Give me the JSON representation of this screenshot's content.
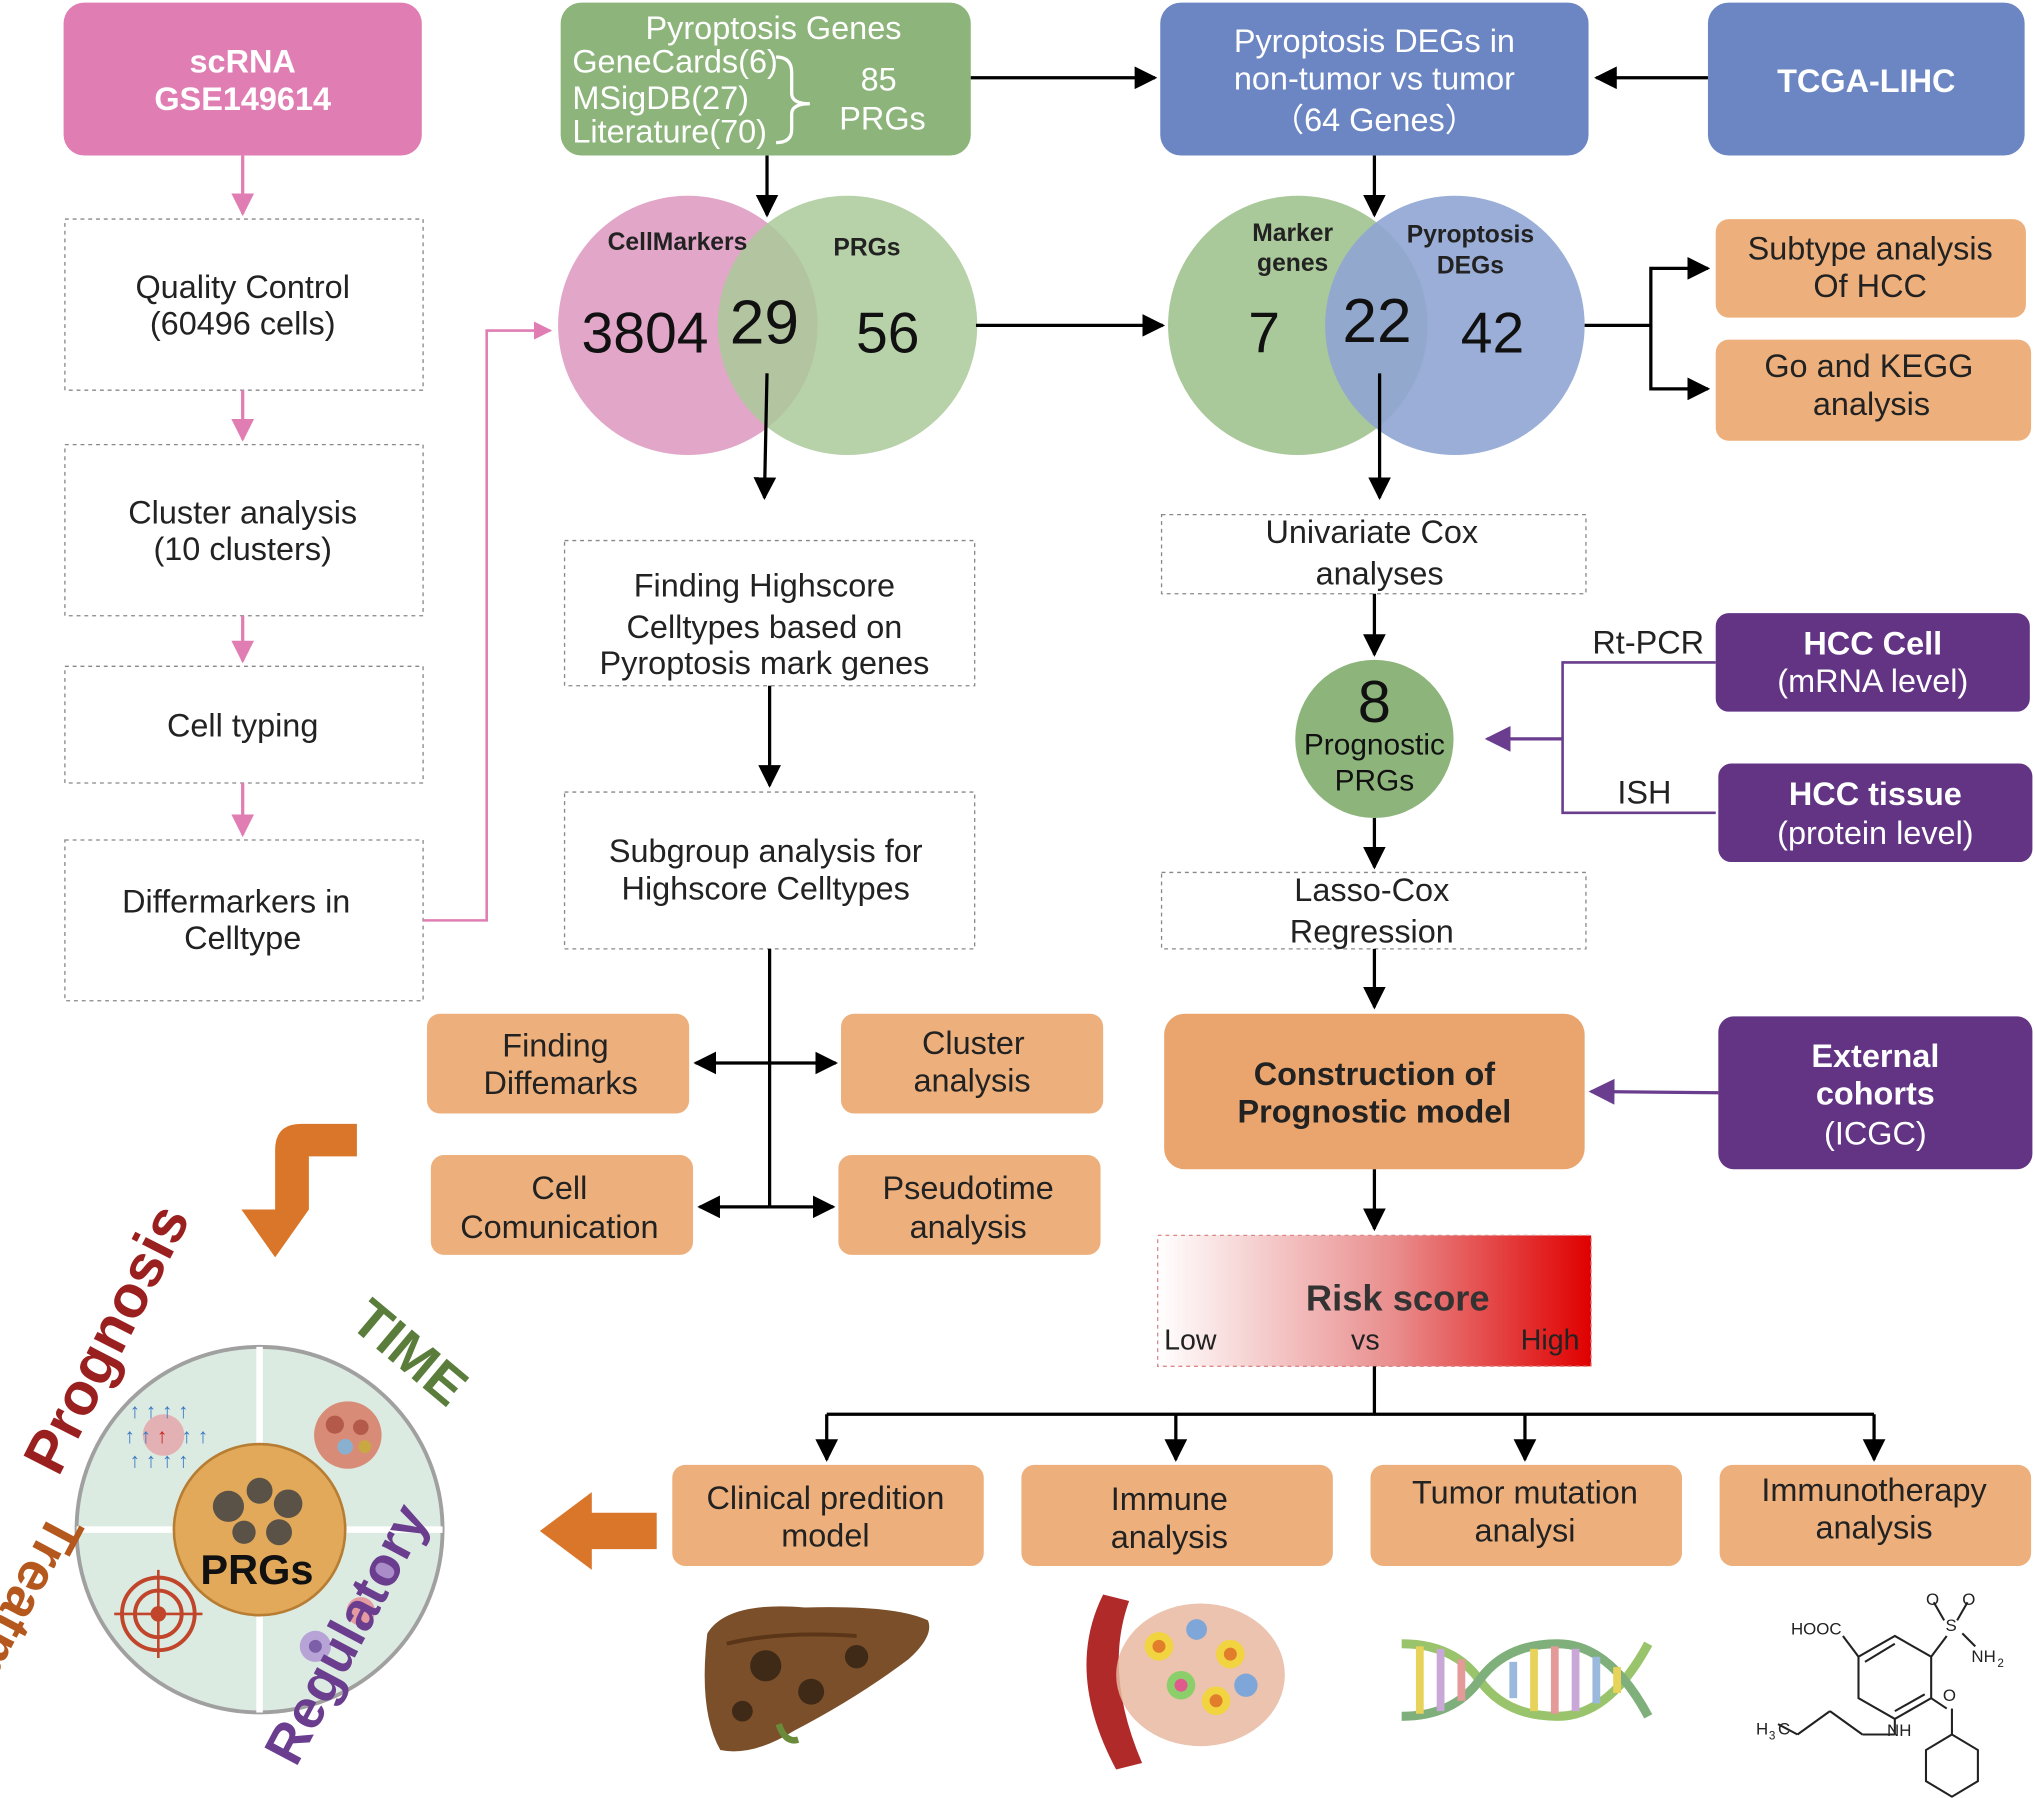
{
  "scrna": {
    "line1": "scRNA",
    "line2": "GSE149614"
  },
  "pyroptosis_genes": {
    "title": "Pyroptosis Genes",
    "sources": [
      "GeneCards(6)",
      "MSigDB(27)",
      "Literature(70)"
    ],
    "total_line1": "85",
    "total_line2": "PRGs"
  },
  "degs": {
    "line1": "Pyroptosis DEGs in",
    "line2": "non-tumor vs tumor",
    "line3": "（64 Genes）"
  },
  "tcga": {
    "label": "TCGA-LIHC"
  },
  "sc_steps": [
    {
      "line1": "Quality Control",
      "line2": "(60496 cells)"
    },
    {
      "line1": "Cluster analysis",
      "line2": "(10 clusters)"
    },
    {
      "line1": "Cell typing",
      "line2": ""
    },
    {
      "line1": "Differmarkers in",
      "line2": "Celltype"
    }
  ],
  "venn1": {
    "left_label": "CellMarkers",
    "right_label": "PRGs",
    "left_only": "3804",
    "overlap": "29",
    "right_only": "56"
  },
  "venn2": {
    "left_label_1": "Marker",
    "left_label_2": "genes",
    "right_label_1": "Pyroptosis",
    "right_label_2": "DEGs",
    "left_only": "7",
    "overlap": "22",
    "right_only": "42"
  },
  "subtype": {
    "line1": "Subtype analysis",
    "line2": "Of HCC"
  },
  "go_kegg": {
    "line1": "Go and KEGG",
    "line2": "analysis"
  },
  "highscore": {
    "line1": "Finding Highscore",
    "line2": "Celltypes based on",
    "line3": "Pyroptosis mark genes"
  },
  "subgroup": {
    "line1": "Subgroup analysis for",
    "line2": "Highscore Celltypes"
  },
  "sub_analyses": {
    "finding": {
      "line1": "Finding",
      "line2": "Diffemarks"
    },
    "cluster": {
      "line1": "Cluster",
      "line2": "analysis"
    },
    "cellcomm": {
      "line1": "Cell",
      "line2": "Comunication"
    },
    "pseudotime": {
      "line1": "Pseudotime",
      "line2": "analysis"
    }
  },
  "univariate": {
    "line1": "Univariate Cox",
    "line2": "analyses"
  },
  "prognostic": {
    "number": "8",
    "line1": "Prognostic",
    "line2": "PRGs"
  },
  "validation": {
    "rtpcr": "Rt-PCR",
    "ish": "ISH",
    "hcc_cell_1": "HCC Cell",
    "hcc_cell_2": "(mRNA level)",
    "hcc_tissue_1": "HCC tissue",
    "hcc_tissue_2": "(protein level)"
  },
  "lasso": {
    "line1": "Lasso-Cox",
    "line2": "Regression"
  },
  "model": {
    "line1": "Construction of",
    "line2": "Prognostic model"
  },
  "external": {
    "line1": "External",
    "line2": "cohorts",
    "line3": "(ICGC)"
  },
  "risk": {
    "title": "Risk score",
    "low": "Low",
    "vs": "vs",
    "high": "High"
  },
  "outcomes": [
    {
      "line1": "Clinical predition",
      "line2": "model"
    },
    {
      "line1": "Immune",
      "line2": "analysis"
    },
    {
      "line1": "Tumor mutation",
      "line2": "analysi"
    },
    {
      "line1": "Immunotherapy",
      "line2": "analysis"
    }
  ],
  "circle": {
    "center": "PRGs",
    "prognosis": "Prognosis",
    "time": "TIME",
    "regulatory": "Regulatory",
    "treatment": "Treatment"
  },
  "chemistry": {
    "hooc": "HOOC",
    "nh2": "NH",
    "nh": "NH",
    "h3c": "H",
    "s": "S",
    "o": "O"
  },
  "colors": {
    "pink": "#e07eb3",
    "green": "#8db57b",
    "blue": "#6b86c2",
    "orange_box": "#edb07c",
    "purple": "#623483",
    "arrow_orange": "#d9762a"
  }
}
